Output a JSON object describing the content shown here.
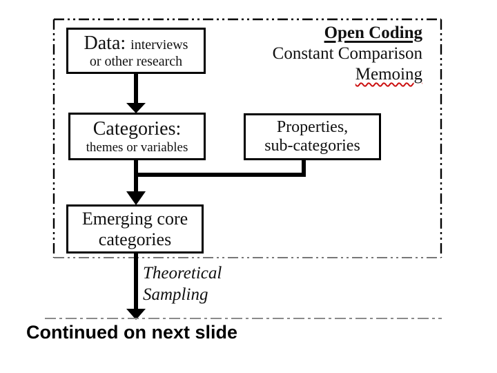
{
  "slide": {
    "boxes": {
      "data": {
        "title": "Data:",
        "subtitle_inline": "interviews",
        "subtitle_line2": "or other research"
      },
      "categories": {
        "title": "Categories:",
        "subtitle": "themes or variables"
      },
      "properties": {
        "line1": "Properties,",
        "line2": "sub-categories"
      },
      "emerging": {
        "line1": "Emerging core",
        "line2": "categories"
      }
    },
    "annotations": {
      "open_coding": "Open Coding",
      "constant_comparison": "Constant Comparison",
      "memoing": "Memoing",
      "theoretical_sampling_line1": "Theoretical",
      "theoretical_sampling_line2": "Sampling"
    },
    "footer": {
      "continued": "Continued on next slide"
    },
    "colors": {
      "background": "#ffffff",
      "box_border": "#000000",
      "connector": "#000000",
      "dashed_frame": "#000000",
      "dashed_frame_bottom": "#777777",
      "bottom_dash_line": "#8a8a8a",
      "spellcheck_underline": "#cc1111",
      "text": "#111111"
    }
  }
}
